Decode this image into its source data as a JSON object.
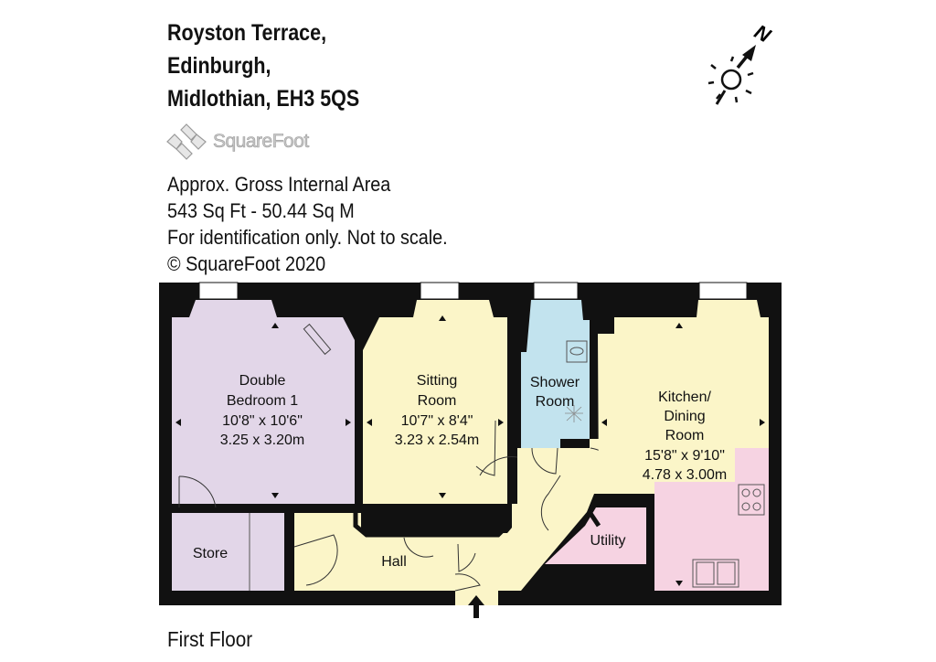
{
  "address": {
    "line1": "Royston Terrace,",
    "line2": "Edinburgh,",
    "line3": "Midlothian, EH3 5QS"
  },
  "brand": {
    "name": "SquareFoot",
    "icon": "squarefoot-logo-icon"
  },
  "info": {
    "line1": "Approx. Gross Internal Area",
    "line2": "543 Sq Ft  -  50.44 Sq M",
    "line3": "For identification only. Not to scale.",
    "line4": "© SquareFoot 2020"
  },
  "compass": {
    "label": "N",
    "icon": "north-compass-icon"
  },
  "rooms": {
    "bedroom": {
      "name1": "Double",
      "name2": "Bedroom 1",
      "imperial": "10'8\" x 10'6\"",
      "metric": "3.25 x 3.20m",
      "color": "#e2d6e8"
    },
    "sitting": {
      "name1": "Sitting",
      "name2": "Room",
      "imperial": "10'7\" x 8'4\"",
      "metric": "3.23 x 2.54m",
      "color": "#fbf5c8"
    },
    "shower": {
      "name1": "Shower",
      "name2": "Room",
      "color": "#c2e3ee"
    },
    "kitchen": {
      "name1": "Kitchen/",
      "name2": "Dining",
      "name3": "Room",
      "imperial": "15'8\" x 9'10\"",
      "metric": "4.78 x 3.00m",
      "color": "#fbf5c8"
    },
    "store": {
      "name": "Store",
      "color": "#e2d6e8"
    },
    "hall": {
      "name": "Hall",
      "color": "#fbf5c8"
    },
    "utility": {
      "name": "Utility",
      "color": "#f6d3e2"
    },
    "kitchen_units_color": "#f6d3e2"
  },
  "floor_label": "First Floor"
}
